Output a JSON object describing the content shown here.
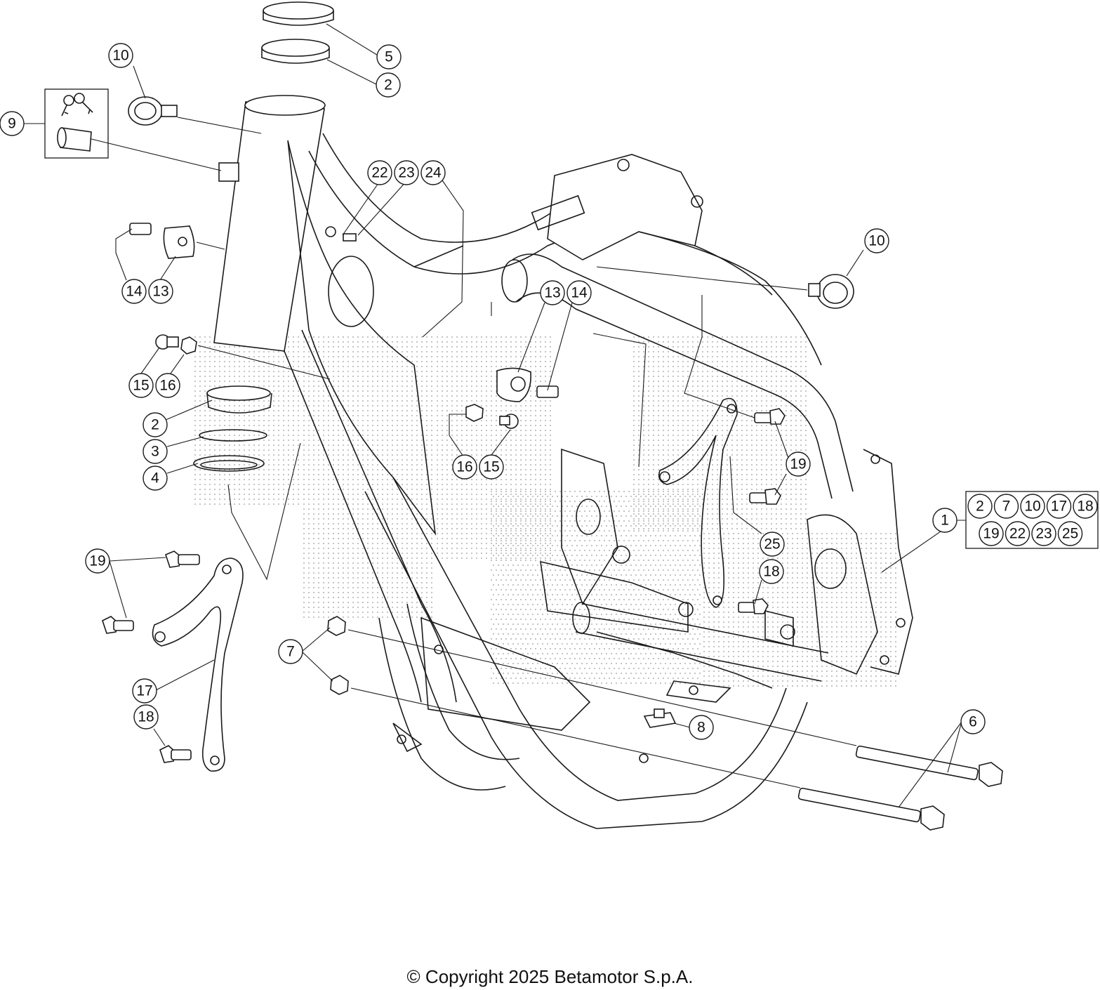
{
  "callouts": {
    "c10a": "10",
    "c9": "9",
    "c5": "5",
    "c2a": "2",
    "c22": "22",
    "c23": "23",
    "c24": "24",
    "c10b": "10",
    "c14a": "14",
    "c13a": "13",
    "c15a": "15",
    "c16a": "16",
    "c2b": "2",
    "c3": "3",
    "c4": "4",
    "c13b": "13",
    "c14b": "14",
    "c16b": "16",
    "c15b": "15",
    "c19a": "19",
    "c25": "25",
    "c1": "1",
    "c18a": "18",
    "c19b": "19",
    "c17": "17",
    "c18b": "18",
    "c7": "7",
    "c8": "8",
    "c6": "6"
  },
  "kit_group": {
    "items": [
      "2",
      "7",
      "10",
      "17",
      "18",
      "19",
      "22",
      "23",
      "25"
    ]
  },
  "copyright": "© Copyright 2025 Betamotor S.p.A."
}
